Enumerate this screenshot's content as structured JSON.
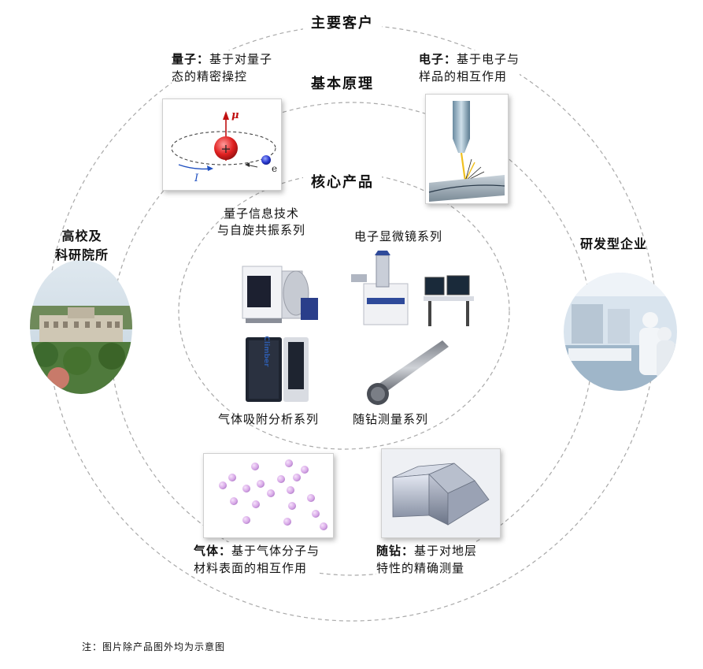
{
  "rings": {
    "outer_title": "主要客户",
    "middle_title": "基本原理",
    "inner_title": "核心产品"
  },
  "principles": {
    "quantum": {
      "head": "量子：",
      "line1_rest": "基于对量子",
      "line2": "态的精密操控"
    },
    "electron": {
      "head": "电子：",
      "line1_rest": "基于电子与",
      "line2": "样品的相互作用"
    },
    "gas": {
      "head": "气体：",
      "line1_rest": "基于气体分子与",
      "line2": "材料表面的相互作用"
    },
    "drill": {
      "head": "随钻：",
      "line1_rest": "基于对地层",
      "line2": "特性的精确测量"
    }
  },
  "customers": {
    "universities": {
      "line1": "高校及",
      "line2": "科研院所"
    },
    "enterprises": {
      "line1": "研发型企业"
    }
  },
  "products": {
    "quantum": {
      "line1": "量子信息技术",
      "line2": "与自旋共振系列"
    },
    "electron_microscope": {
      "line1": "电子显微镜系列"
    },
    "gas_adsorption": {
      "line1": "气体吸附分析系列"
    },
    "drill_measurement": {
      "line1": "随钻测量系列"
    }
  },
  "illustrations": {
    "quantum": {
      "mu": "μ",
      "current": "I",
      "electron": "e"
    },
    "gas_instrument_brand": "Climber"
  },
  "colors": {
    "ring": "#a9a9a9",
    "proton": "#e02020",
    "electron": "#2a3ad0",
    "spin_arrow": "#c01010",
    "current_arrow": "#2050c0",
    "gas_particle": "#d6a6e6",
    "beam": "#f0c020"
  },
  "footnote": "注：图片除产品图外均为示意图"
}
